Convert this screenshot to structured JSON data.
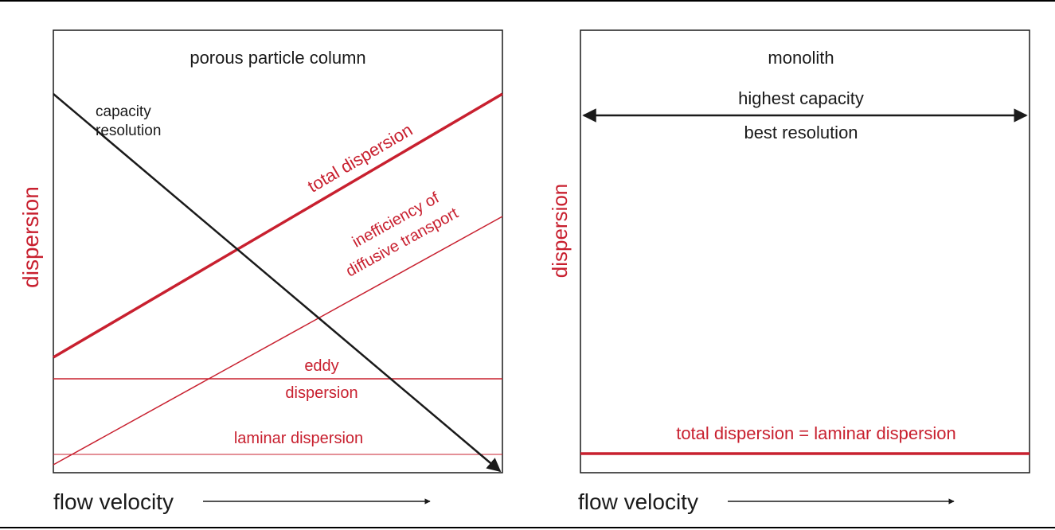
{
  "colors": {
    "red": "#c8202f",
    "black": "#1a1a1a",
    "frame": "#000000"
  },
  "left_panel": {
    "title": "porous particle column",
    "y_axis_label": "dispersion",
    "x_axis_label": "flow velocity",
    "capacity_label": "capacity",
    "resolution_label": "resolution",
    "total_dispersion_label": "total dispersion",
    "diffusive_line1": "inefficiency of",
    "diffusive_line2": "diffusive transport",
    "eddy_line1": "eddy",
    "eddy_line2": "dispersion",
    "laminar_label": "laminar dispersion"
  },
  "right_panel": {
    "title": "monolith",
    "y_axis_label": "dispersion",
    "x_axis_label": "flow velocity",
    "capacity_label": "highest capacity",
    "resolution_label": "best resolution",
    "total_label": "total dispersion = laminar dispersion"
  }
}
